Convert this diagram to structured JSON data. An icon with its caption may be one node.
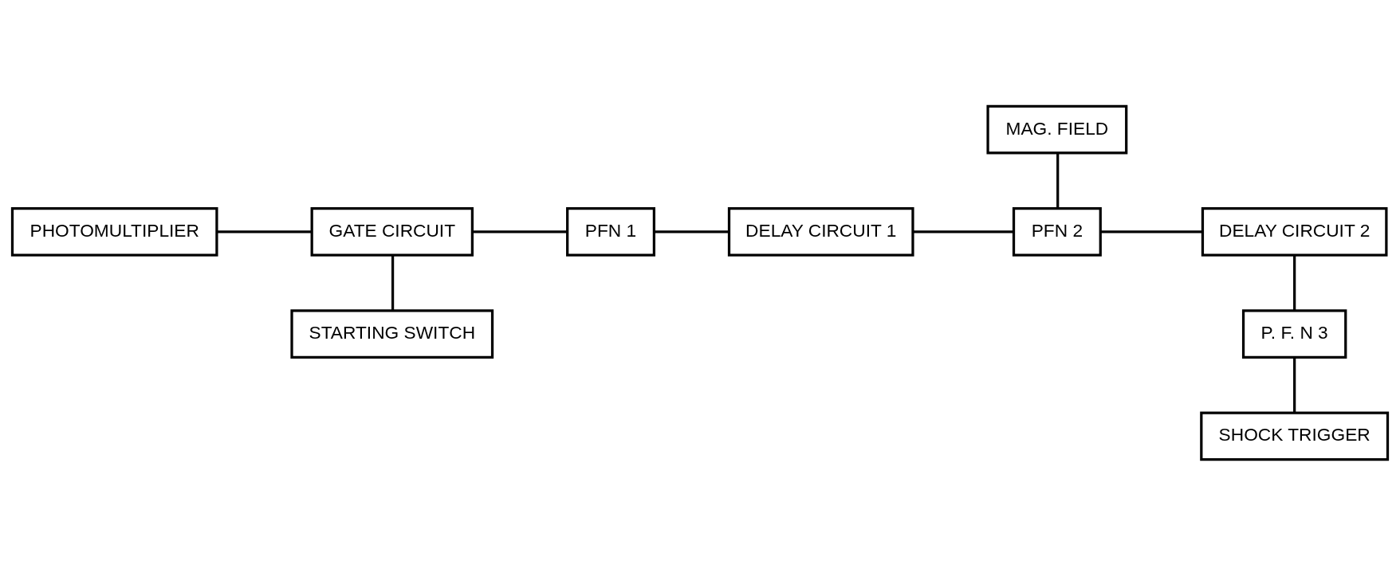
{
  "diagram": {
    "nodes": [
      {
        "text": [
          "PHOTOMULTIPLIER"
        ]
      },
      {
        "text": [
          "GATE CIRCUIT"
        ]
      },
      {
        "text": [
          "STARTING SWITCH"
        ]
      },
      {
        "text": [
          "PFN 1"
        ]
      },
      {
        "text": [
          "DELAY CIRCUIT 1"
        ]
      },
      {
        "text": [
          "MAG. FIELD"
        ]
      },
      {
        "text": [
          "PFN 2"
        ]
      },
      {
        "text": [
          "DELAY CIRCUIT 2"
        ]
      },
      {
        "text": [
          "P. F. N 3"
        ]
      },
      {
        "text": [
          "SHOCK TRIGGER"
        ]
      }
    ],
    "edges": [
      {
        "from": 0,
        "to": 1,
        "arrow": "none"
      },
      {
        "from": 1,
        "to": 2,
        "arrow": "none"
      },
      {
        "from": 1,
        "to": 3,
        "arrow": "none"
      },
      {
        "from": 3,
        "to": 4,
        "arrow": "none"
      },
      {
        "from": 4,
        "to": 6,
        "arrow": "none"
      },
      {
        "from": 5,
        "to": 6,
        "arrow": "none"
      },
      {
        "from": 6,
        "to": 7,
        "arrow": "none"
      },
      {
        "from": 7,
        "to": 8,
        "arrow": "none"
      },
      {
        "from": 8,
        "to": 9,
        "arrow": "none"
      }
    ]
  }
}
